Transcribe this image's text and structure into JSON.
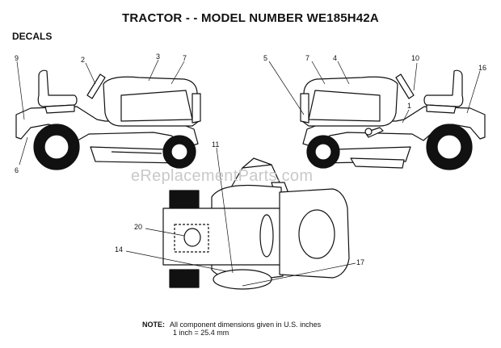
{
  "title": "TRACTOR - - MODEL NUMBER WE185H42A",
  "section": "DECALS",
  "watermark": "eReplacementParts.com",
  "callouts": {
    "left": {
      "c9": "9",
      "c2": "2",
      "c3": "3",
      "c7": "7",
      "c6": "6"
    },
    "right": {
      "c5": "5",
      "c7": "7",
      "c4": "4",
      "c10": "10",
      "c16": "16",
      "c1": "1"
    },
    "top": {
      "c11": "11",
      "c20": "20",
      "c14": "14",
      "c17": "17"
    }
  },
  "note": {
    "label": "NOTE:",
    "line1": "All component dimensions given in U.S. inches",
    "line2": "1 inch = 25.4 mm"
  },
  "colors": {
    "stroke": "#111111",
    "fill": "#ffffff",
    "tire": "#111111",
    "watermark": "#c9c9c9"
  }
}
